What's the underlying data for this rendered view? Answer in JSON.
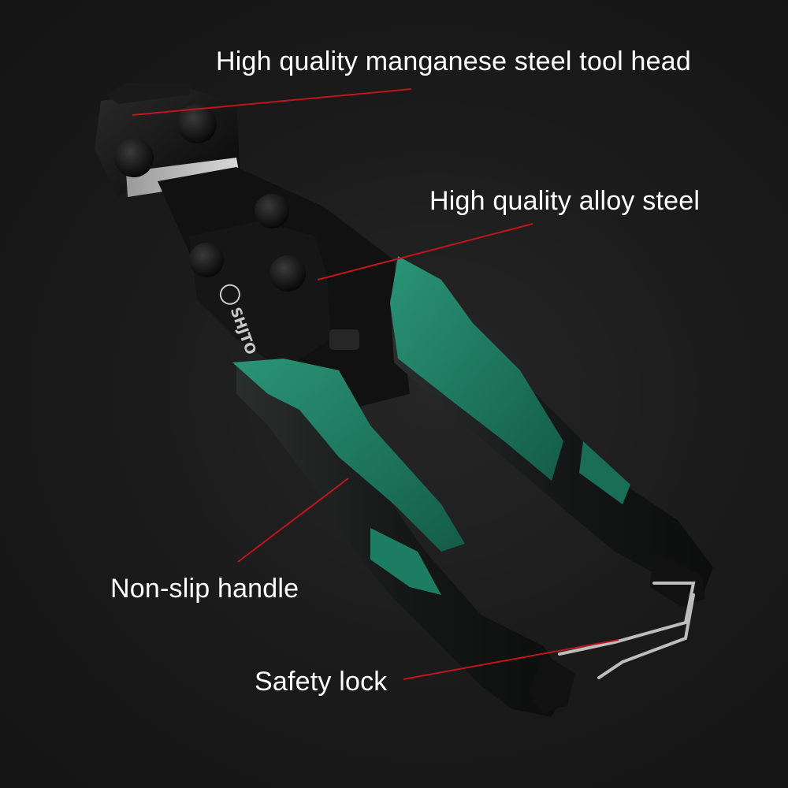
{
  "callouts": {
    "tool_head": "High quality manganese steel tool head",
    "alloy_steel": "High quality alloy steel",
    "handle": "Non-slip handle",
    "safety_lock": "Safety lock"
  },
  "product": {
    "brand_mark": "SHJTO"
  },
  "colors": {
    "background": "#1c1c1c",
    "grip_green": "#1d7d62",
    "grip_black": "#1a1d1c",
    "steel_head": "#0e0e0e",
    "callout_line": "#c0141e",
    "label_text": "#ffffff"
  }
}
